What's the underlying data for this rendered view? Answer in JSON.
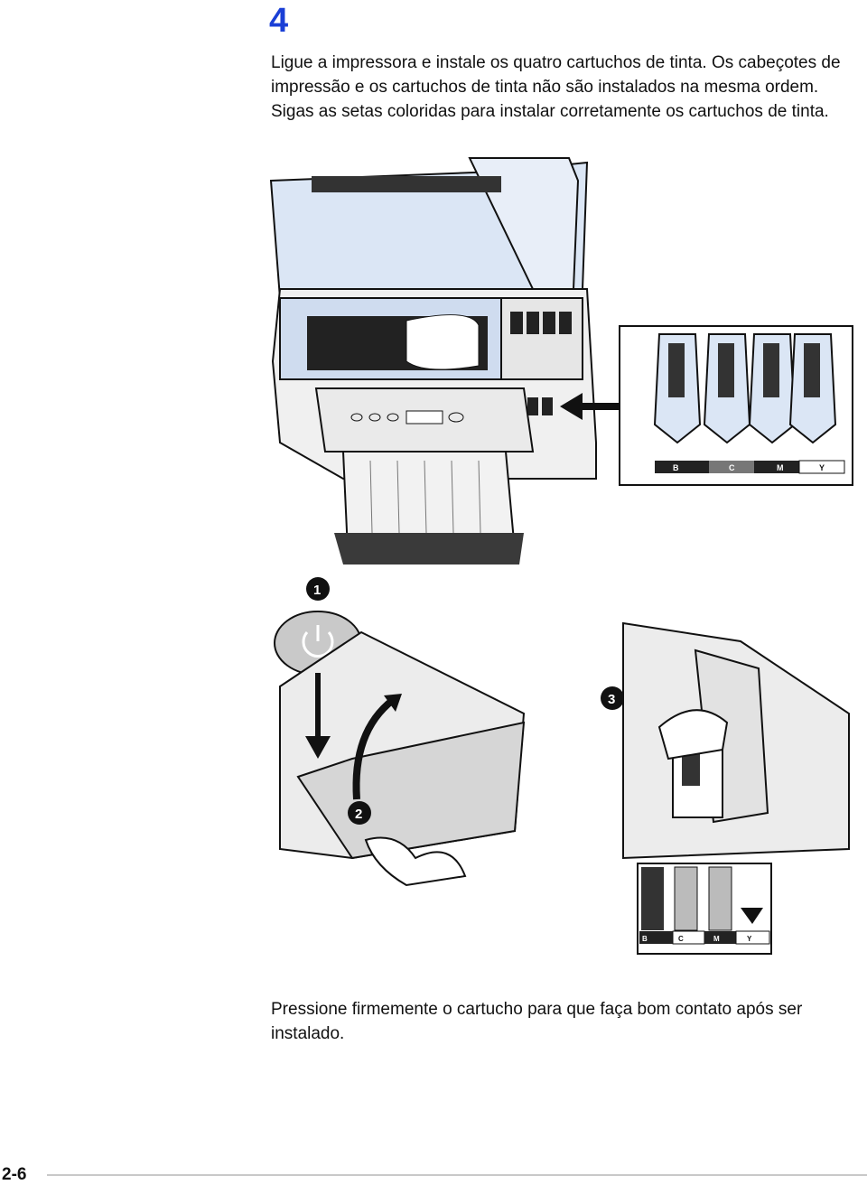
{
  "step": {
    "number": "4"
  },
  "intro_text": "Ligue a impressora e instale os quatro cartuchos de tinta.  Os cabeçotes de impressão e os cartuchos de tinta não são instalados na mesma ordem. Sigas as setas coloridas para instalar corretamente os cartuchos de tinta.",
  "figure_top": {
    "inset_labels": [
      "B",
      "C",
      "M",
      "Y"
    ]
  },
  "figure_bottom": {
    "callouts": [
      "1",
      "2",
      "3"
    ],
    "inset_labels": [
      "B",
      "C",
      "M",
      "Y"
    ]
  },
  "outro_text": "Pressione firmemente o cartucho para que faça bom contato após ser instalado.",
  "page": {
    "number": "2-6"
  },
  "colors": {
    "step_number": "#1a3fd6",
    "lid_blue": "#dbe6f5",
    "dark": "#111111"
  }
}
